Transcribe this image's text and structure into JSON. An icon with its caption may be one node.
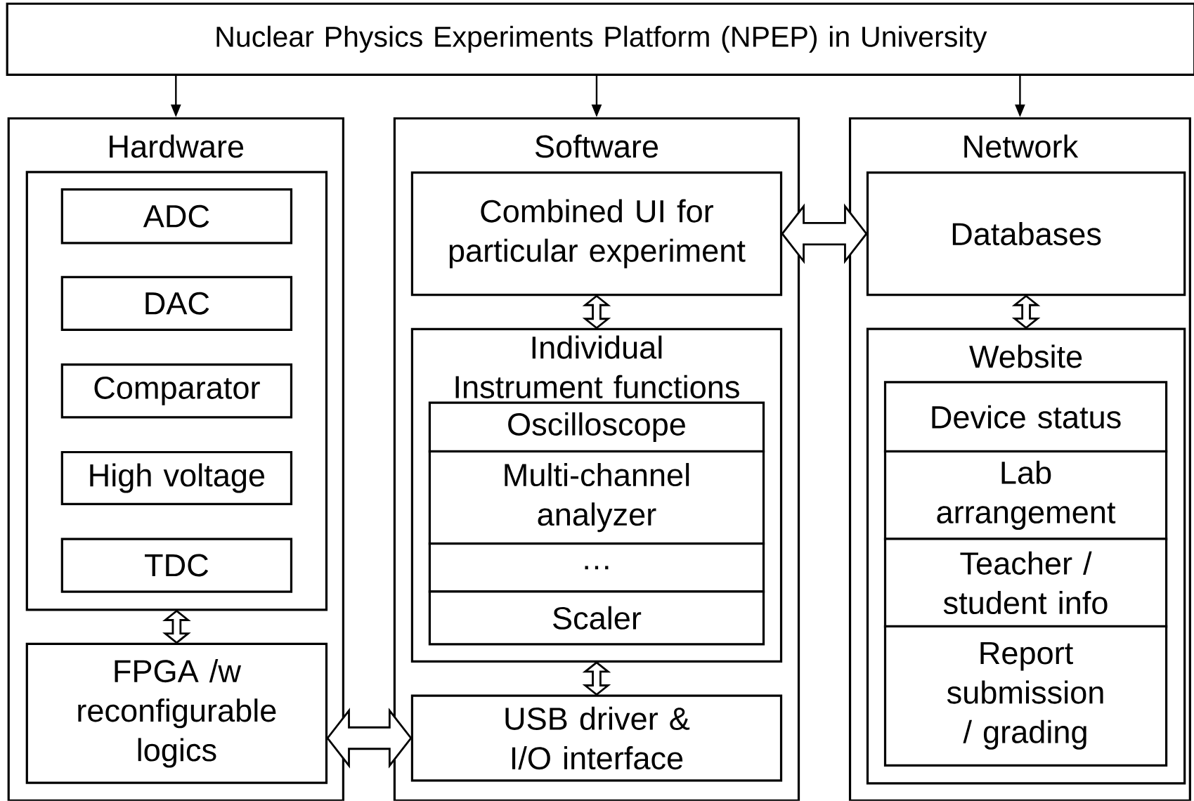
{
  "diagram": {
    "nodes": [
      {
        "text": [
          "Nuclear Physics Experiments Platform (NPEP) in University"
        ]
      },
      {
        "text": [
          "Hardware"
        ]
      },
      {
        "text": [],
        "shape": "box",
        "in": 1
      },
      {
        "text": [
          "ADC"
        ],
        "in": 2
      },
      {
        "text": [
          "DAC"
        ],
        "in": 2
      },
      {
        "text": [
          "Comparator"
        ],
        "in": 2
      },
      {
        "text": [
          "High voltage"
        ],
        "in": 2
      },
      {
        "text": [
          "TDC"
        ],
        "in": 2
      },
      {
        "text": [
          "FPGA /w reconfigurable logics"
        ],
        "in": 1
      },
      {
        "text": [
          "Software"
        ]
      },
      {
        "text": [
          "Combined UI for particular experiment"
        ],
        "in": 9
      },
      {
        "text": [
          "Individual Instrument functions"
        ],
        "in": 9
      },
      {
        "text": [
          "Oscilloscope"
        ],
        "in": 11
      },
      {
        "text": [
          "Multi-channel analyzer"
        ],
        "in": 11
      },
      {
        "text": [
          "…"
        ],
        "in": 11
      },
      {
        "text": [
          "Scaler"
        ],
        "in": 11
      },
      {
        "text": [
          "USB driver & I/O interface"
        ],
        "in": 9
      },
      {
        "text": [
          "Network"
        ]
      },
      {
        "text": [
          "Databases"
        ],
        "in": 17
      },
      {
        "text": [
          "Website"
        ],
        "in": 17
      },
      {
        "text": [
          "Device status"
        ],
        "in": 19
      },
      {
        "text": [
          "Lab arrangement"
        ],
        "in": 19
      },
      {
        "text": [
          "Teacher / student info"
        ],
        "in": 19
      },
      {
        "text": [
          "Report submission / grading"
        ],
        "in": 19
      }
    ],
    "edges": [
      {
        "from": 0,
        "to": 1,
        "arrow": "to"
      },
      {
        "from": 0,
        "to": 9,
        "arrow": "to"
      },
      {
        "from": 0,
        "to": 17,
        "arrow": "to"
      },
      {
        "from": 2,
        "to": 8,
        "arrow": "both"
      },
      {
        "from": 8,
        "to": 16,
        "arrow": "both"
      },
      {
        "from": 10,
        "to": 11,
        "arrow": "both"
      },
      {
        "from": 11,
        "to": 16,
        "arrow": "both"
      },
      {
        "from": 10,
        "to": 18,
        "arrow": "both"
      },
      {
        "from": 18,
        "to": 19,
        "arrow": "both"
      }
    ]
  }
}
